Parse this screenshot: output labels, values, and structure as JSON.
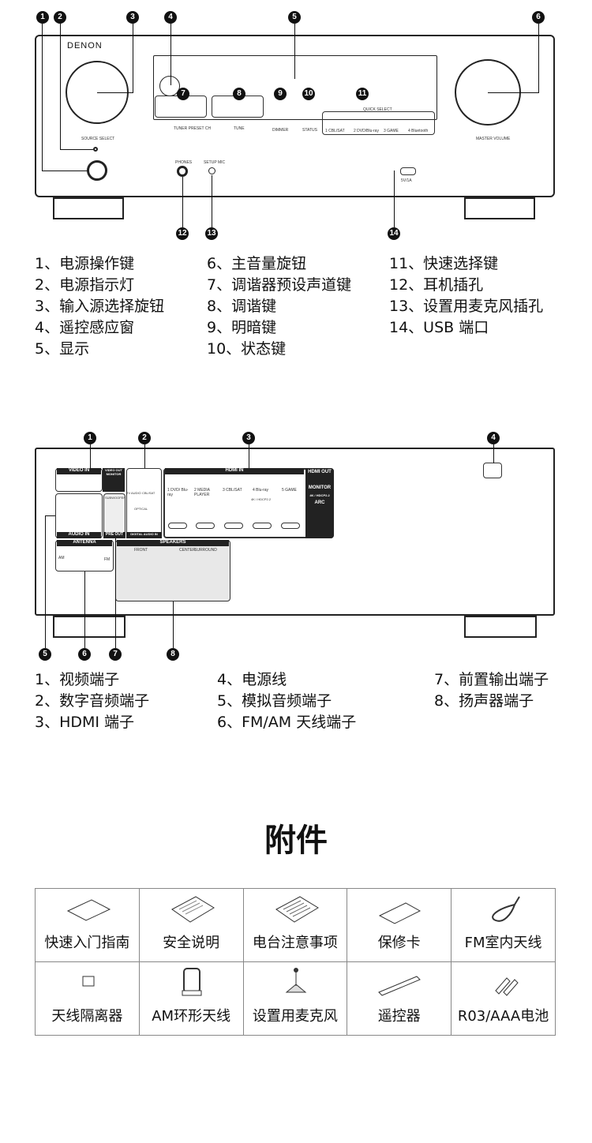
{
  "front_panel": {
    "brand": "DENON",
    "panel_labels": {
      "source_select": "SOURCE SELECT",
      "master_volume": "MASTER VOLUME",
      "tuner_preset": "TUNER PRESET CH",
      "tune": "TUNE",
      "dimmer": "DIMMER",
      "status": "STATUS",
      "quick_select": "QUICK SELECT",
      "qs1": "1 CBL/SAT",
      "qs2": "2 DVD/Blu-ray",
      "qs3": "3 GAME",
      "qs4": "4 Bluetooth",
      "phones": "PHONES",
      "setup_mic": "SETUP MIC",
      "usb": "5V/1A"
    },
    "callouts": [
      "1",
      "2",
      "3",
      "4",
      "5",
      "6",
      "7",
      "8",
      "9",
      "10",
      "11",
      "12",
      "13",
      "14"
    ],
    "legend": [
      [
        "1、电源操作键",
        "2、电源指示灯",
        "3、输入源选择旋钮",
        "4、遥控感应窗",
        "5、显示"
      ],
      [
        "6、主音量旋钮",
        "7、调谐器预设声道键",
        "8、调谐键",
        "9、明暗键",
        "10、状态键"
      ],
      [
        "11、快速选择键",
        "12、耳机插孔",
        "13、设置用麦克风插孔",
        "14、USB 端口"
      ]
    ]
  },
  "rear_panel": {
    "panel_labels": {
      "video_in": "VIDEO IN",
      "video_out": "VIDEO OUT MONITOR",
      "optical": "OPTICAL",
      "tv_audio": "TV AUDIO",
      "cbl_sat": "CBL/SAT",
      "digital_audio_in": "DIGITAL AUDIO IN",
      "hdmi_in": "HDMI IN",
      "hdmi_out": "HDMI OUT",
      "hdmi1": "1 DVD/ Blu-ray",
      "hdmi2": "2 MEDIA PLAYER",
      "hdmi3": "3 CBL/SAT",
      "hdmi4": "4 Blu-ray",
      "hdmi5": "5 GAME",
      "hdcp": "4K / HDCP2.2",
      "monitor": "MONITOR",
      "arc": "ARC",
      "audio_in": "AUDIO IN",
      "pre_out": "PRE OUT",
      "subwoofer": "SUBWOOFER",
      "antenna": "ANTENNA",
      "am": "AM",
      "fm": "FM",
      "speakers": "SPEAKERS",
      "front": "FRONT",
      "center": "CENTER",
      "surround": "SURROUND"
    },
    "callouts": [
      "1",
      "2",
      "3",
      "4",
      "5",
      "6",
      "7",
      "8"
    ],
    "legend": [
      [
        "1、视频端子",
        "2、数字音频端子",
        "3、HDMI 端子"
      ],
      [
        "4、电源线",
        "5、模拟音频端子",
        "6、FM/AM 天线端子"
      ],
      [
        "7、前置输出端子",
        "8、扬声器端子"
      ]
    ]
  },
  "accessories": {
    "title": "附件",
    "items": [
      "快速入门指南",
      "安全说明",
      "电台注意事项",
      "保修卡",
      "FM室内天线",
      "天线隔离器",
      "AM环形天线",
      "设置用麦克风",
      "遥控器",
      "R03/AAA电池"
    ]
  }
}
